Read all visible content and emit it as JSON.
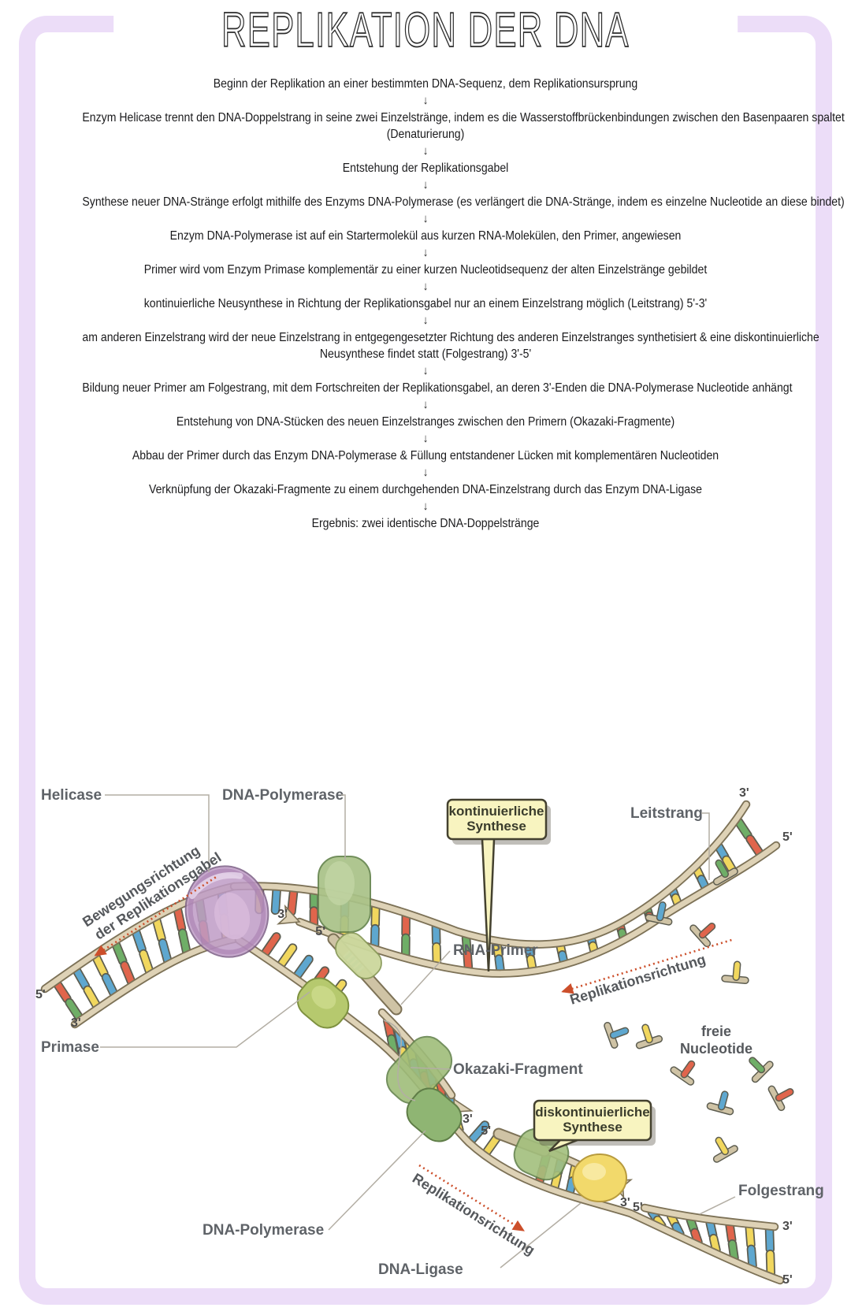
{
  "title": "REPLIKATION DER DNA",
  "flowchart": {
    "arrow": "↓",
    "steps": [
      {
        "lines": [
          "Beginn der Replikation an einer bestimmten DNA-Sequenz, dem Replikationsursprung"
        ]
      },
      {
        "lines": [
          "Enzym Helicase trennt den DNA-Doppelstrang in seine zwei Einzelstränge, indem es die Wasserstoffbrückenbindungen zwischen den Basenpaaren spaltet",
          "(Denaturierung)"
        ]
      },
      {
        "lines": [
          "Entstehung der Replikationsgabel"
        ]
      },
      {
        "lines": [
          "Synthese neuer DNA-Stränge erfolgt mithilfe des Enzyms DNA-Polymerase (es verlängert die DNA-Stränge, indem es einzelne Nucleotide an diese bindet)"
        ]
      },
      {
        "lines": [
          "Enzym DNA-Polymerase ist auf ein Startermolekül aus kurzen RNA-Molekülen, den Primer, angewiesen"
        ]
      },
      {
        "lines": [
          "Primer wird vom Enzym Primase komplementär zu einer kurzen Nucleotidsequenz der alten Einzelstränge gebildet"
        ]
      },
      {
        "lines": [
          "kontinuierliche Neusynthese in Richtung der Replikationsgabel nur an einem Einzelstrang möglich (Leitstrang) 5'-3'"
        ]
      },
      {
        "lines": [
          "am anderen Einzelstrang wird der neue Einzelstrang in entgegengesetzter Richtung des anderen Einzelstranges synthetisiert & eine diskontinuierliche",
          "Neusynthese findet statt (Folgestrang) 3'-5'"
        ]
      },
      {
        "lines": [
          "Bildung neuer Primer am Folgestrang, mit dem Fortschreiten der Replikationsgabel, an deren 3'-Enden die DNA-Polymerase Nucleotide anhängt"
        ]
      },
      {
        "lines": [
          "Entstehung von DNA-Stücken des neuen Einzelstranges zwischen den Primern (Okazaki-Fragmente)"
        ]
      },
      {
        "lines": [
          "Abbau der Primer durch das Enzym DNA-Polymerase & Füllung entstandener Lücken mit komplementären Nucleotiden"
        ]
      },
      {
        "lines": [
          "Verknüpfung der Okazaki-Fragmente zu einem durchgehenden DNA-Einzelstrang durch das Enzym DNA-Ligase"
        ]
      },
      {
        "lines": [
          "Ergebnis: zwei identische DNA-Doppelstränge"
        ]
      }
    ]
  },
  "diagram": {
    "labels": {
      "helicase": "Helicase",
      "dna_polymerase": "DNA-Polymerase",
      "leitstrang": "Leitstrang",
      "kont1": "kontinuierliche",
      "kont2": "Synthese",
      "replikationsrichtung": "Replikationsrichtung",
      "freie1": "freie",
      "freie2": "Nucleotide",
      "rna_primer": "RNA-Primer",
      "okazaki": "Okazaki-Fragment",
      "diskont1": "diskontinuierliche",
      "diskont2": "Synthese",
      "folgestrang": "Folgestrang",
      "primase": "Primase",
      "dna_ligase": "DNA-Ligase",
      "bewegung1": "Bewegungsrichtung",
      "bewegung2": "der Replikationsgabel"
    },
    "markers": {
      "three": "3'",
      "five": "5'"
    },
    "base_colors": {
      "B": "#5ea7cf",
      "Y": "#f1d75e",
      "G": "#6fae67",
      "R": "#e0654c"
    },
    "colors": {
      "backbone": "#ded2b6",
      "backbone_outline": "#7d7257",
      "enzyme_green": "#a9c287",
      "primase_green": "#b6c96e",
      "helicase_purple": "#bf9cc6",
      "ligase_yellow": "#f2d96b",
      "callout_bg": "#f8f4c0",
      "frame": "#ecddf8",
      "direction_arrow": "#cc4f2b"
    }
  }
}
